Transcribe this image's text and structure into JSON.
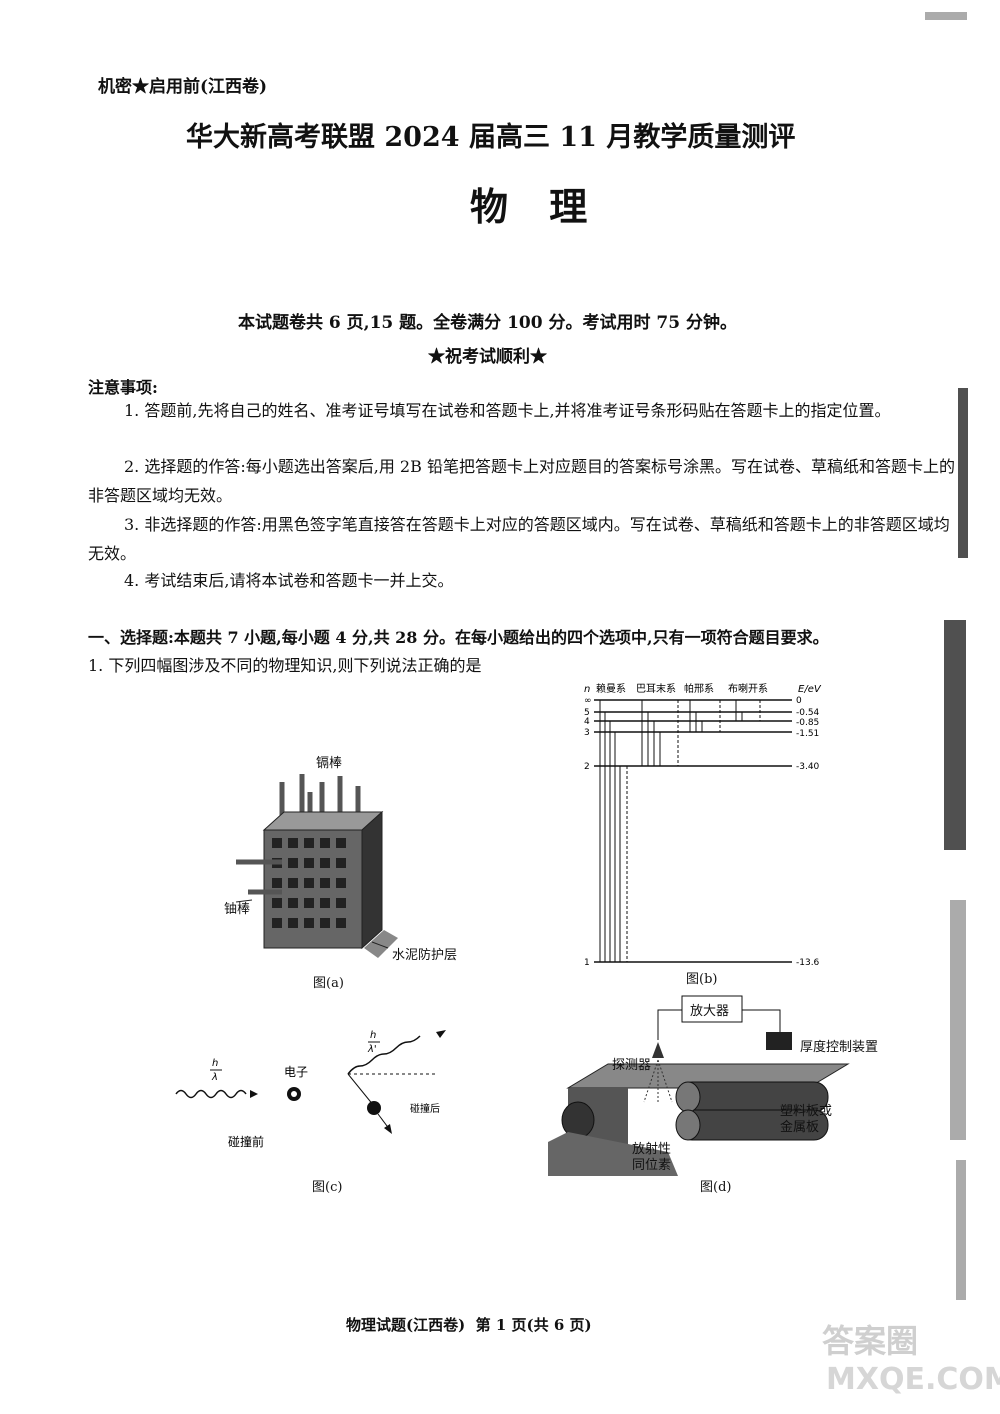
{
  "header": {
    "secret_tag": "机密★启用前(江西卷)",
    "title": "华大新高考联盟 2024 届高三 11 月教学质量测评",
    "subject": "物 理"
  },
  "intro": {
    "summary": "本试题卷共 6 页,15 题。全卷满分 100 分。考试用时 75 分钟。",
    "wish": "★祝考试顺利★"
  },
  "notice": {
    "heading": "注意事项:",
    "items": [
      "1. 答题前,先将自己的姓名、准考证号填写在试卷和答题卡上,并将准考证号条形码贴在答题卡上的指定位置。",
      "2. 选择题的作答:每小题选出答案后,用 2B 铅笔把答题卡上对应题目的答案标号涂黑。写在试卷、草稿纸和答题卡上的非答题区域均无效。",
      "3. 非选择题的作答:用黑色签字笔直接答在答题卡上对应的答题区域内。写在试卷、草稿纸和答题卡上的非答题区域均无效。",
      "4. 考试结束后,请将本试卷和答题卡一并上交。"
    ]
  },
  "section": {
    "heading": "一、选择题:本题共 7 小题,每小题 4 分,共 28 分。在每小题给出的四个选项中,只有一项符合题目要求。",
    "question1": "1. 下列四幅图涉及不同的物理知识,则下列说法正确的是"
  },
  "figures": {
    "a": {
      "caption": "图(a)",
      "label_top": "镉棒",
      "label_left": "铀棒",
      "label_right": "水泥防护层"
    },
    "b": {
      "caption": "图(b)",
      "n_label": "n",
      "series_labels": [
        "赖曼系",
        "巴耳末系",
        "帕邢系",
        "布喇开系"
      ],
      "energy_unit": "E/eV",
      "levels": [
        {
          "n": "∞",
          "e": "0"
        },
        {
          "n": "5",
          "e": "-0.54"
        },
        {
          "n": "4",
          "e": "-0.85"
        },
        {
          "n": "3",
          "e": "-1.51"
        },
        {
          "n": "2",
          "e": "-3.40"
        },
        {
          "n": "1",
          "e": "-13.6"
        }
      ]
    },
    "c": {
      "caption": "图(c)",
      "before": "碰撞前",
      "after": "碰撞后",
      "electron": "电子",
      "h": "h",
      "lambda": "λ",
      "lambda_prime": "λ'"
    },
    "d": {
      "caption": "图(d)",
      "amplifier": "放大器",
      "detector": "探测器",
      "thickness": "厚度控制装置",
      "source": "放射性同位素",
      "plate": "塑料板或金属板"
    }
  },
  "footer": {
    "page": "物理试题(江西卷)  第 1 页(共 6 页)",
    "watermark": "答案圈",
    "watermark_url": "MXQE.COM"
  }
}
